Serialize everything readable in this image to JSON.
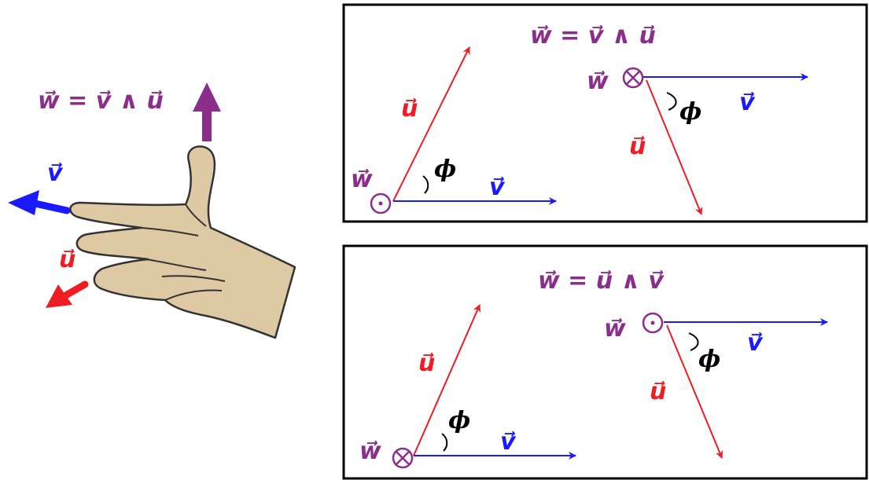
{
  "colors": {
    "purple": "#8b2d8b",
    "blue": "#1a1aff",
    "red": "#ee1c24",
    "black": "#000000",
    "skin": "#ddc9a3",
    "skin_outline": "#333333"
  },
  "hand_panel": {
    "formula": "w⃗ = v⃗ ∧ u⃗",
    "w_label": "",
    "v_label": "v⃗",
    "u_label": "u⃗",
    "icon": "right-hand-icon"
  },
  "top_panel": {
    "formula": "w⃗ = v⃗ ∧ u⃗",
    "left": {
      "u_label": "u⃗",
      "v_label": "v⃗",
      "w_label": "w⃗",
      "angle_label": "ϕ",
      "w_symbol": "out-of-page-dot"
    },
    "right": {
      "u_label": "u⃗",
      "v_label": "v⃗",
      "w_label": "w⃗",
      "angle_label": "ϕ",
      "w_symbol": "into-page-cross"
    }
  },
  "bottom_panel": {
    "formula": "w⃗ = u⃗ ∧ v⃗",
    "left": {
      "u_label": "u⃗",
      "v_label": "v⃗",
      "w_label": "w⃗",
      "angle_label": "ϕ",
      "w_symbol": "into-page-cross"
    },
    "right": {
      "u_label": "u⃗",
      "v_label": "v⃗",
      "w_label": "w⃗",
      "angle_label": "ϕ",
      "w_symbol": "out-of-page-dot"
    }
  }
}
